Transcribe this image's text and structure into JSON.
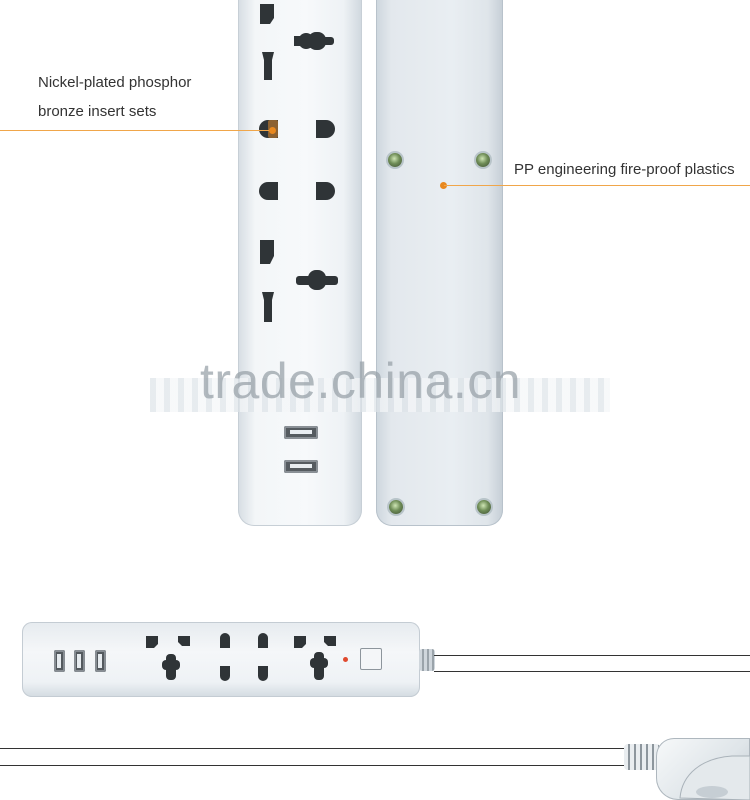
{
  "annotations": {
    "left_line1": "Nickel-plated phosphor",
    "left_line2": "bronze insert sets",
    "right": "PP engineering fire-proof plastics"
  },
  "watermark": "trade.china.cn",
  "colors": {
    "leader_line": "#f0a64a",
    "leader_dot": "#e8881f",
    "strip_body": "#f3f6f8",
    "socket_dark": "#2f3437",
    "led": "#e04a2f"
  },
  "icons": {
    "socket": "universal-socket-icon",
    "usb": "usb-port-icon",
    "screw": "screw-icon",
    "switch": "power-switch-icon",
    "plug": "schuko-plug-icon"
  }
}
